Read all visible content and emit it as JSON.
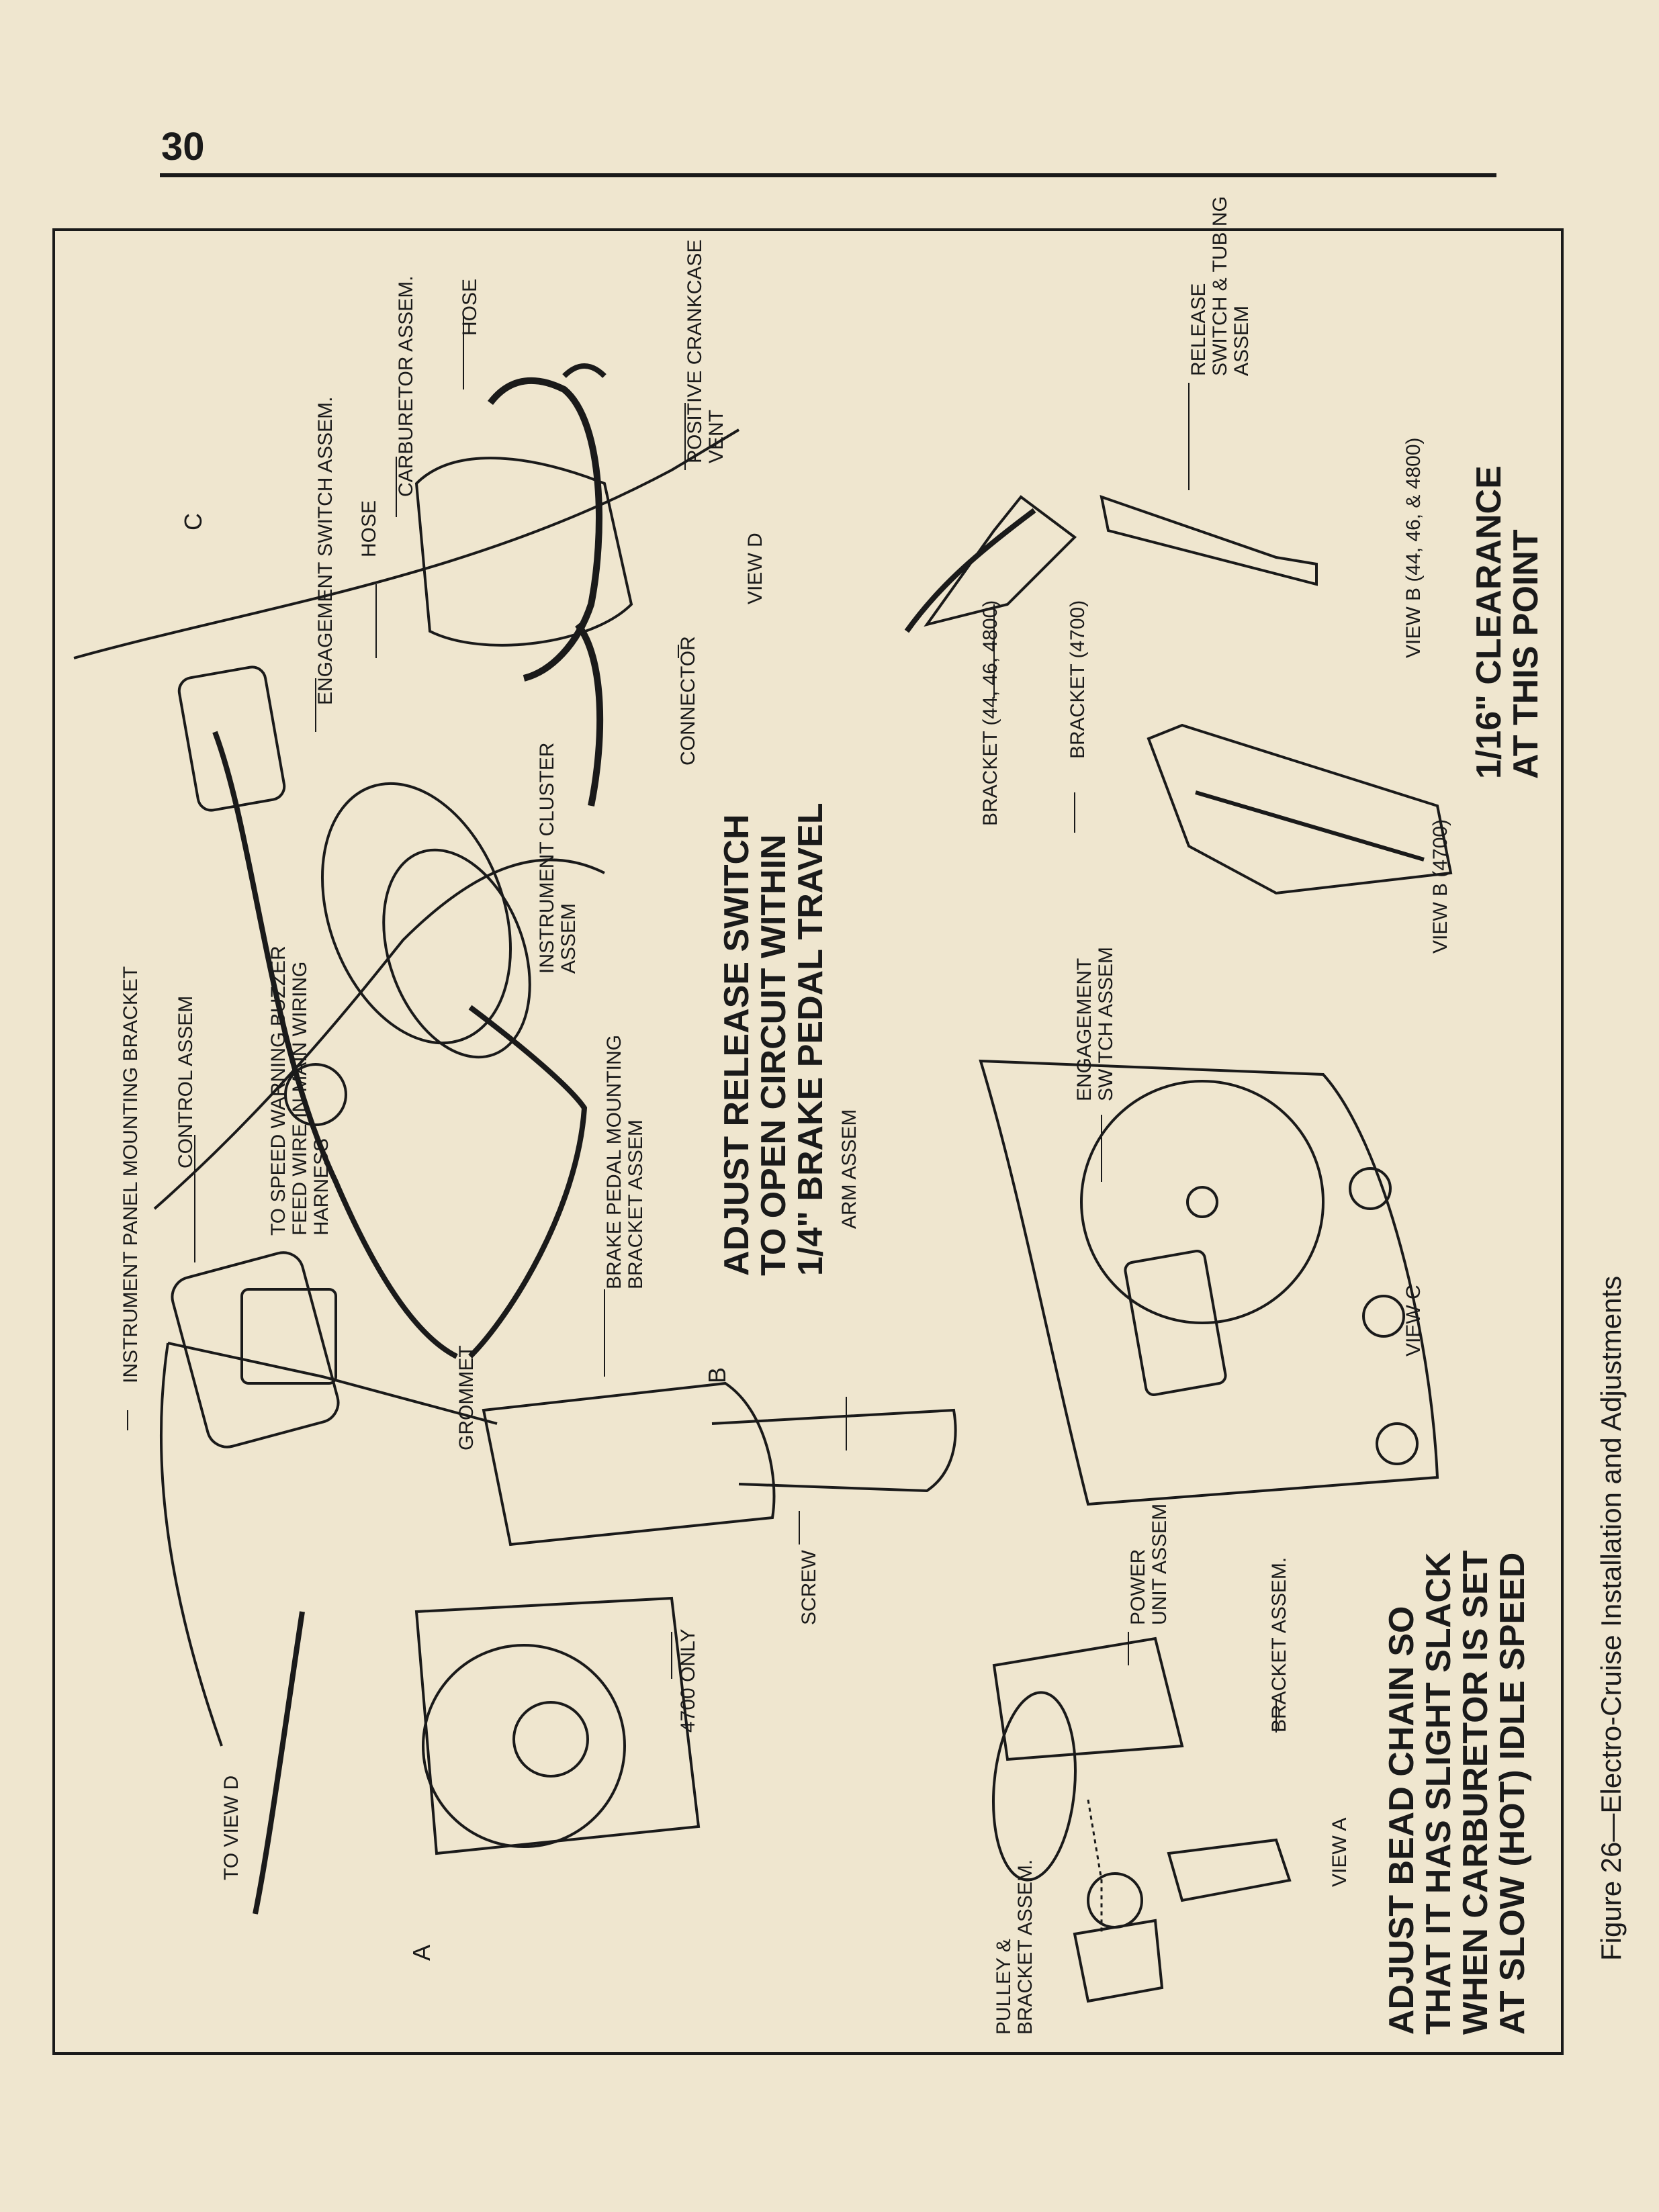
{
  "page_number": "30",
  "caption": "Figure 26—Electro-Cruise Installation and Adjustments",
  "instructions": {
    "release_switch": [
      "ADJUST RELEASE SWITCH",
      "TO OPEN CIRCUIT WITHIN",
      "1/4\" BRAKE PEDAL TRAVEL"
    ],
    "bead_chain": [
      "ADJUST BEAD CHAIN SO",
      "THAT IT HAS SLIGHT SLACK",
      "WHEN CARBURETOR IS SET",
      "AT SLOW (HOT) IDLE SPEED"
    ],
    "clearance": [
      "1/16\" CLEARANCE",
      "AT THIS POINT"
    ]
  },
  "labels": {
    "instrument_panel_mounting_bracket": "INSTRUMENT PANEL MOUNTING BRACKET",
    "to_view_d": "TO VIEW D",
    "control_assem": "CONTROL ASSEM",
    "speed_buzzer": [
      "TO SPEED WARNING BUZZER",
      "FEED WIRE IN MAIN WIRING",
      "HARNESS"
    ],
    "grommet": "GROMMET",
    "brake_pedal_bracket": [
      "BRAKE PEDAL MOUNTING",
      "BRACKET ASSEM"
    ],
    "instrument_cluster": [
      "INSTRUMENT CLUSTER",
      "ASSEM"
    ],
    "engagement_switch_assem_top": "ENGAGEMENT SWITCH ASSEM.",
    "hose_left": "HOSE",
    "carburetor_assem": "CARBURETOR ASSEM.",
    "hose_top": "HOSE",
    "positive_crankcase_vent": [
      "POSITIVE CRANKCASE",
      "VENT"
    ],
    "connector": "CONNECTOR",
    "view_d": "VIEW D",
    "release_switch_tubing": [
      "RELEASE",
      "SWITCH & TUBING",
      "ASSEM"
    ],
    "bracket_44": "BRACKET (44, 46, 4800)",
    "bracket_4700": "BRACKET (4700)",
    "view_b_44": "VIEW B  (44, 46, & 4800)",
    "view_b_4700": "VIEW B (4700)",
    "arm_assem": "ARM ASSEM",
    "engagement_switch_assem_c": [
      "ENGAGEMENT",
      "SWITCH ASSEM"
    ],
    "view_c": "VIEW C",
    "four_seven_only": "4700 ONLY",
    "screw": "SCREW",
    "power_unit": [
      "POWER",
      "UNIT ASSEM"
    ],
    "bracket_assem": "BRACKET ASSEM.",
    "pulley_bracket": [
      "PULLEY &",
      "BRACKET ASSEM."
    ],
    "view_a": "VIEW A",
    "letter_a": "A",
    "letter_b": "B",
    "letter_c": "C"
  },
  "colors": {
    "paper": "#efe6cf",
    "ink": "#1a1a1a"
  }
}
